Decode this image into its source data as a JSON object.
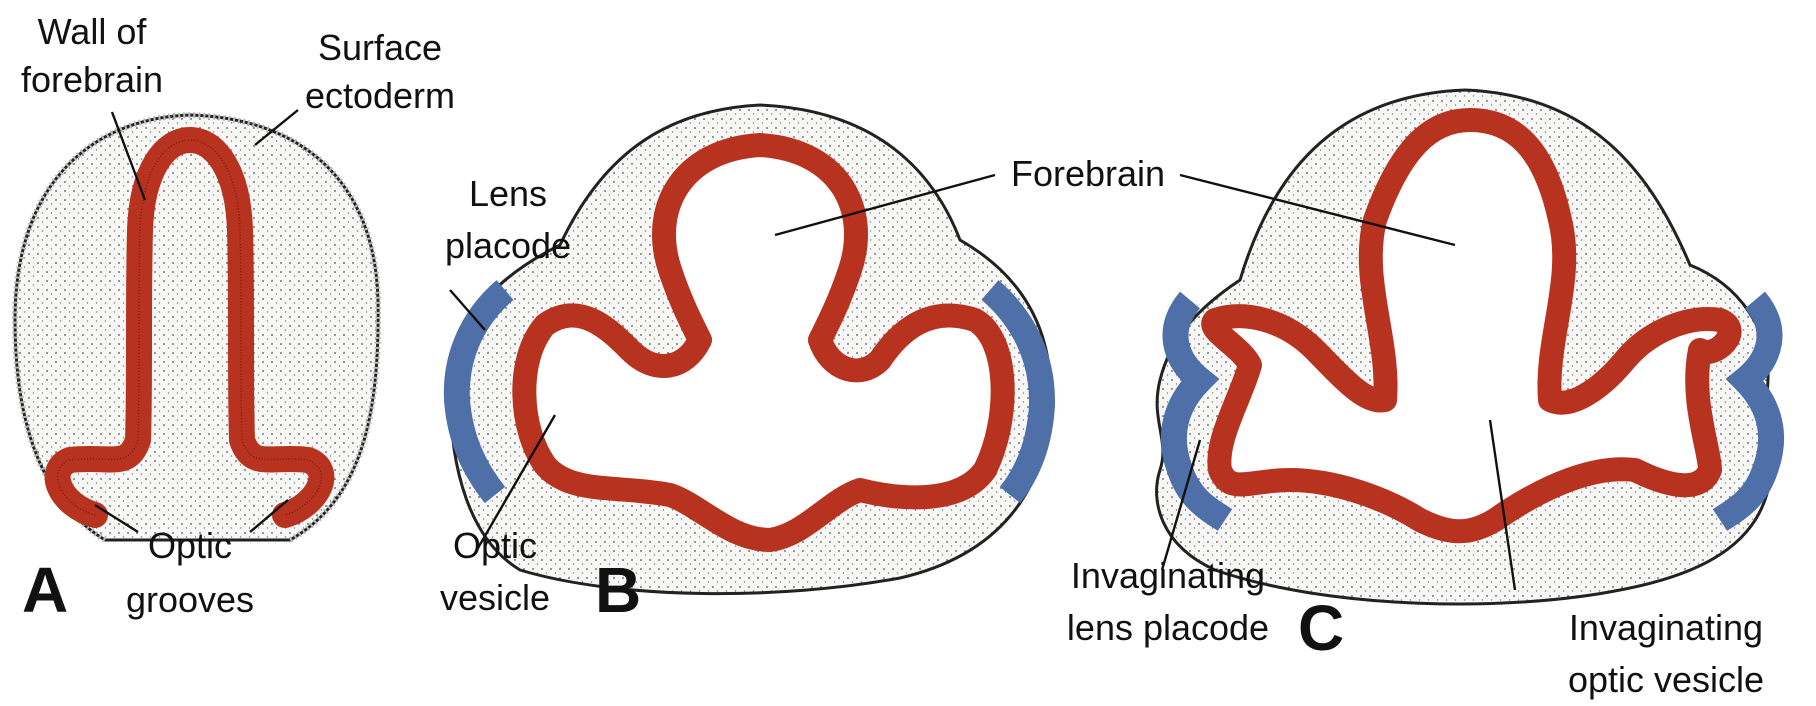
{
  "panels": [
    {
      "letter": "A"
    },
    {
      "letter": "B"
    },
    {
      "letter": "C"
    }
  ],
  "labels": {
    "wall_of_forebrain": [
      "Wall of",
      "forebrain"
    ],
    "surface_ectoderm": [
      "Surface",
      "ectoderm"
    ],
    "optic_grooves": [
      "Optic",
      "grooves"
    ],
    "lens_placode": [
      "Lens",
      "placode"
    ],
    "optic_vesicle": [
      "Optic",
      "vesicle"
    ],
    "forebrain": "Forebrain",
    "invaginating_lens_placode": [
      "Invaginating",
      "lens placode"
    ],
    "invaginating_optic_vesicle": [
      "Invaginating",
      "optic vesicle"
    ]
  },
  "colors": {
    "neural_wall": "#b73320",
    "neural_wall_edge": "#7a1c10",
    "placode": "#4f6fa8",
    "stipple_fill": "#f7f7f5",
    "outline": "#222222"
  }
}
